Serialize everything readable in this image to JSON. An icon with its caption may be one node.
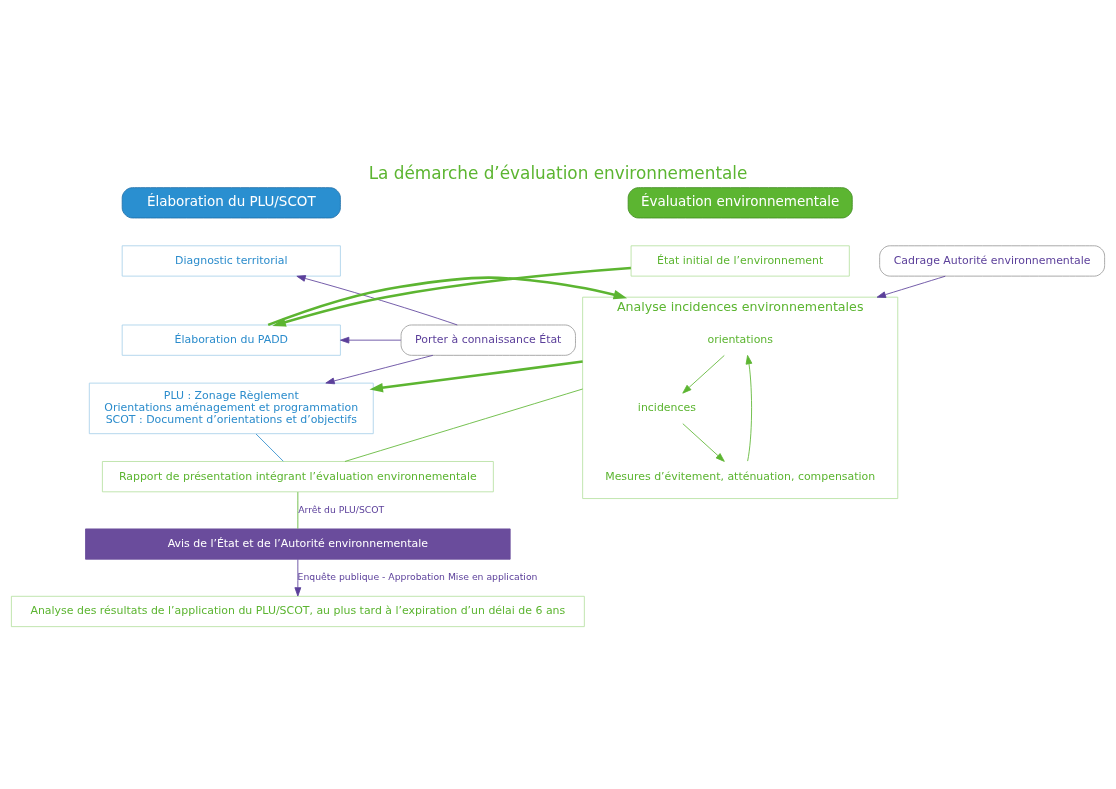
{
  "diagram": {
    "title": "La démarche d’évaluation environnementale",
    "nodes": [
      {
        "text": [
          "Élaboration du PLU/SCOT"
        ]
      },
      {
        "text": [
          "Évaluation environnementale"
        ]
      },
      {
        "text": [
          "Porter à connaissance État"
        ]
      },
      {
        "text": [
          "Diagnostic territorial"
        ]
      },
      {
        "text": [
          "Élaboration du PADD"
        ]
      },
      {
        "text": [
          "PLU : Zonage Règlement",
          "Orientations aménagement et programmation",
          "SCOT : Document d’orientations et d’objectifs"
        ]
      },
      {
        "text": [
          "État initial de l’environnement"
        ]
      },
      {
        "text": [
          "Analyse incidences environnementales"
        ]
      },
      {
        "text": [
          "orientations"
        ],
        "in": 7
      },
      {
        "text": [
          "incidences"
        ],
        "in": 7
      },
      {
        "text": [
          "Mesures d’évitement, atténuation, compensation"
        ],
        "in": 7
      },
      {
        "text": [
          "Cadrage Autorité environnementale"
        ]
      },
      {
        "text": [
          "Rapport de présentation intégrant l’évaluation environnementale"
        ]
      },
      {
        "text": [
          "Avis de l’État et de l’Autorité environnementale"
        ]
      },
      {
        "text": [
          "Analyse des résultats de l’application du PLU/SCOT, au plus tard à l’expiration d’un délai de 6 ans"
        ]
      }
    ],
    "edges": [
      {
        "from": 2,
        "to": 3,
        "arrow": "to",
        "color": "#5b3f9a"
      },
      {
        "from": 2,
        "to": 4,
        "arrow": "to",
        "color": "#5b3f9a"
      },
      {
        "from": 2,
        "to": 5,
        "arrow": "to",
        "color": "#5b3f9a"
      },
      {
        "from": 11,
        "to": 7,
        "arrow": "to",
        "color": "#5b3f9a"
      },
      {
        "from": 6,
        "to": 4,
        "arrow": "to",
        "style": "thick"
      },
      {
        "from": 4,
        "to": 7,
        "arrow": "to",
        "style": "thick"
      },
      {
        "from": 7,
        "to": 5,
        "arrow": "to",
        "style": "thick"
      },
      {
        "from": 8,
        "to": 9,
        "arrow": "to"
      },
      {
        "from": 9,
        "to": 10,
        "arrow": "to"
      },
      {
        "from": 10,
        "to": 8,
        "arrow": "to"
      },
      {
        "from": 5,
        "to": 12,
        "arrow": "none",
        "color": "#2b8ccc"
      },
      {
        "from": 7,
        "to": 12,
        "arrow": "none"
      },
      {
        "from": 12,
        "to": 13,
        "label": "Arrêt du PLU/SCOT",
        "arrow": "none"
      },
      {
        "from": 13,
        "to": 14,
        "label": "Enquête publique - Approbation Mise en application",
        "arrow": "to",
        "color": "#5b3f9a"
      }
    ]
  }
}
